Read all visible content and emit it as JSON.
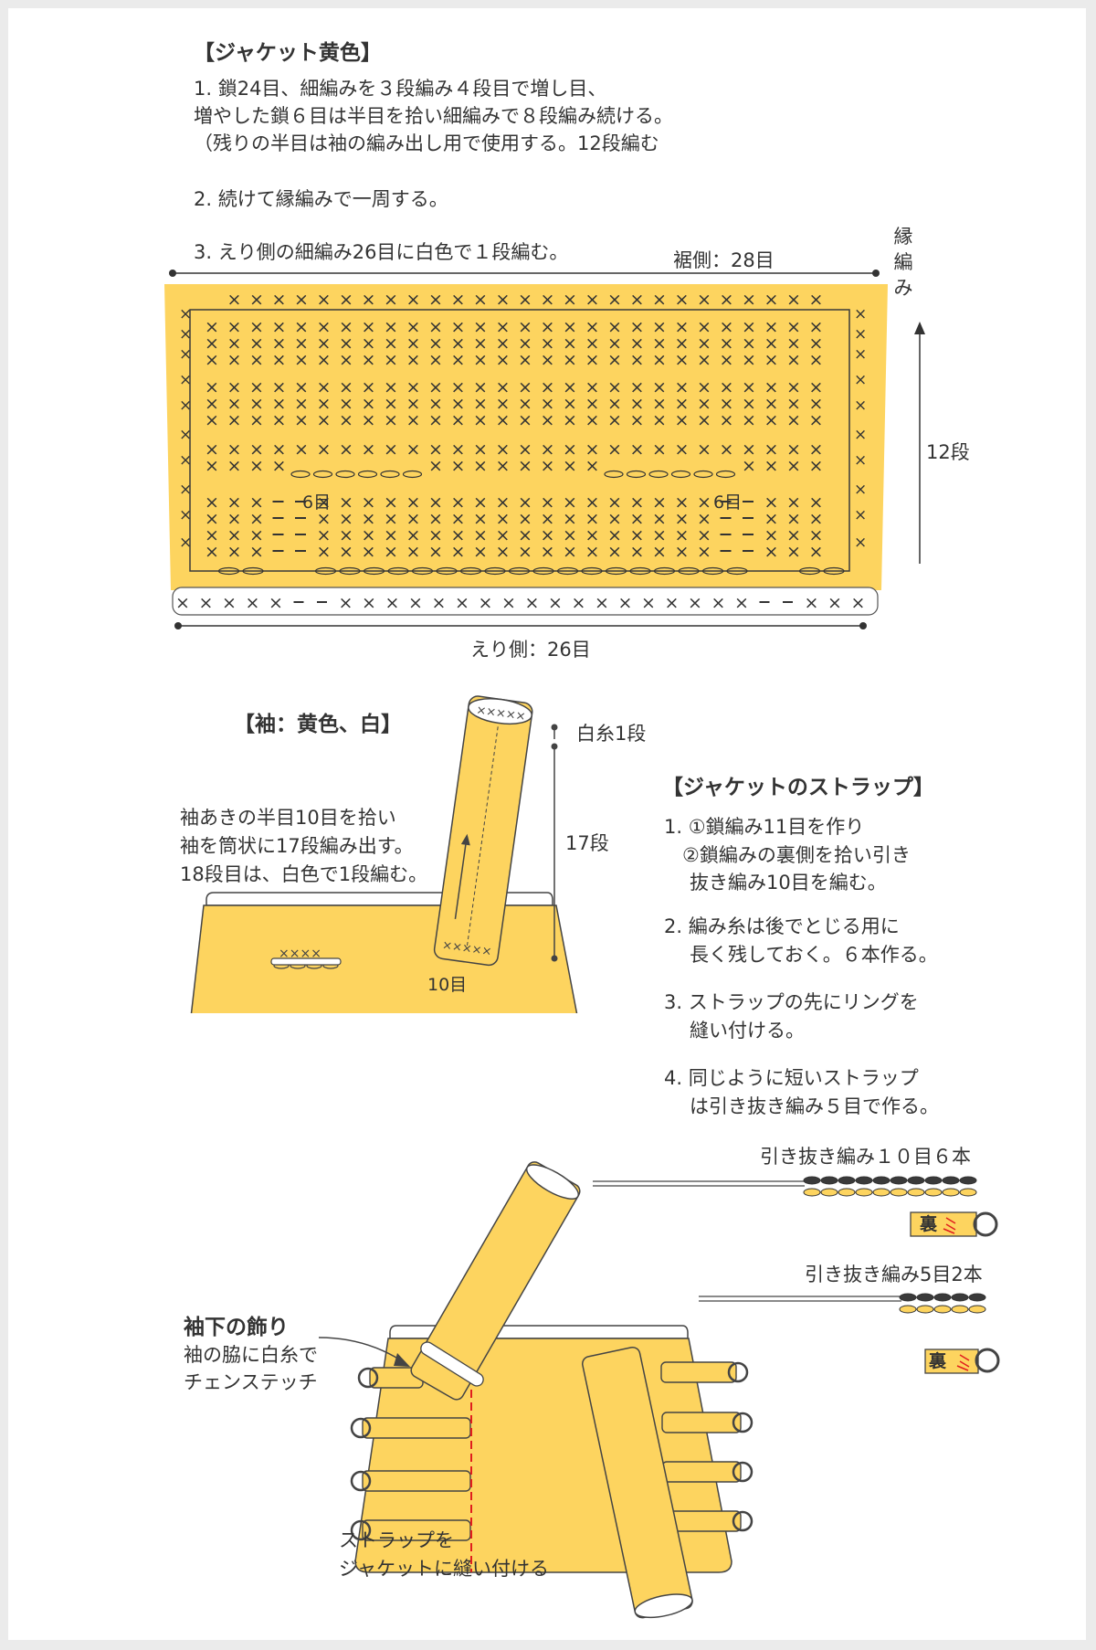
{
  "jacket": {
    "heading": "【ジャケット黄色】",
    "steps": [
      "1. 鎖24目、細編みを３段編み４段目で増し目、",
      "増やした鎖６目は半目を拾い細編みで８段編み続ける。",
      "（残りの半目は袖の編み出し用で使用する。12段編む",
      "2. 続けて縁編みで一周する。",
      "3. えり側の細編み26目に白色で１段編む。"
    ]
  },
  "chart": {
    "hem_label": "裾側：28目",
    "edge_label": "縁編み",
    "rows_label": "12段",
    "neck_label": "えり側：26目",
    "six_label_left": "6目",
    "six_label_right": "6目"
  },
  "sleeve": {
    "heading": "【袖：黄色、白】",
    "white_row": "白糸1段",
    "rows": "17段",
    "stitches": "10目",
    "desc": [
      "袖あきの半目10目を拾い",
      "袖を筒状に17段編み出す。",
      "18段目は、白色で1段編む。"
    ]
  },
  "strap": {
    "heading": "【ジャケットのストラップ】",
    "steps": [
      "1. ①鎖編み11目を作り",
      "②鎖編みの裏側を拾い引き",
      "抜き編み10目を編む。",
      "2. 編み糸は後でとじる用に",
      "長く残しておく。６本作る。",
      "3. ストラップの先にリングを",
      "縫い付ける。",
      "4. 同じように短いストラップ",
      "は引き抜き編み５目で作る。"
    ],
    "long_label": "引き抜き編み１０目６本",
    "short_label": "引き抜き編み5目2本",
    "back_mark": "裏"
  },
  "assembly": {
    "deco_title": "袖下の飾り",
    "deco_desc": [
      "袖の脇に白糸で",
      "チェンステッチ"
    ],
    "sew_desc": [
      "ストラップを",
      "ジャケットに縫い付ける"
    ]
  },
  "colors": {
    "yellow": "#fdd45f",
    "outline": "#3a3a3a",
    "red": "#e01e1e"
  }
}
